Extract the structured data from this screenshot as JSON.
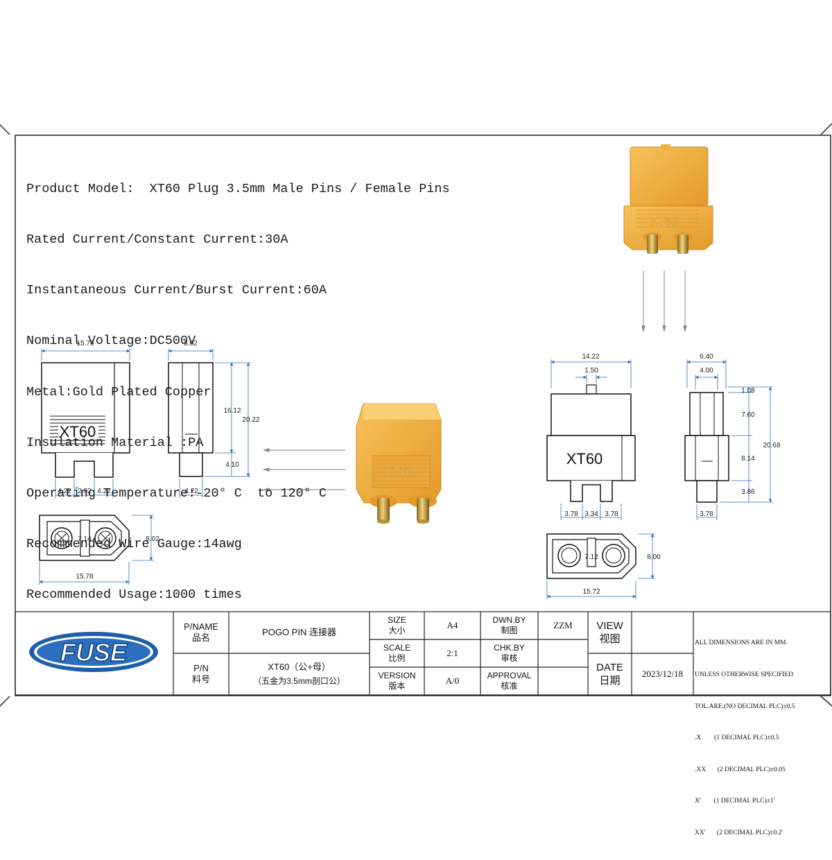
{
  "specs": [
    "Product Model:  XT60 Plug 3.5mm Male Pins / Female Pins",
    "Rated Current/Constant Current:30A",
    "Instantaneous Current/Burst Current:60A",
    "Nominal Voltage:DC500V",
    "Metal:Gold Plated Copper",
    "Insulation Material :PA",
    "Operating Temperature:-20° C  to 120° C",
    "Recommended Wire Gauge:14awg",
    "Recommended Usage:1000 times"
  ],
  "male_drawing": {
    "body_label": "XT60",
    "front": {
      "width": "15.78",
      "pin_left": "4.22",
      "pin_gap": "2.92",
      "pin_right": "4.22"
    },
    "side": {
      "width": "8.02",
      "body_height": "16.12",
      "total_height": "20.22",
      "pin_length": "4.10",
      "pin_width": "4.22"
    },
    "bottom": {
      "width": "15.78",
      "height": "8.02",
      "pitch": "7.14"
    }
  },
  "female_drawing": {
    "body_label": "XT60",
    "front": {
      "width": "14.22",
      "key_width": "1.50",
      "pin_left": "3.78",
      "pin_gap": "3.34",
      "pin_right": "3.78"
    },
    "side": {
      "width": "6.40",
      "top_width": "4.00",
      "d1": "1.08",
      "d2": "7.60",
      "d3": "8.14",
      "d4": "3.86",
      "total": "20.68",
      "pin_width": "3.78"
    },
    "bottom": {
      "width": "15.72",
      "height": "8.00",
      "pitch": "7.12"
    }
  },
  "photo_label": "XT60",
  "title_block": {
    "logo": "FUSE",
    "pname_label_en": "P/NAME",
    "pname_label_cn": "品名",
    "pname_value": "POGO PIN 连接器",
    "pn_label_en": "P/N",
    "pn_label_cn": "料号",
    "pn_value_1": "XT60（公+母）",
    "pn_value_2": "（五金为3.5mm剖口公）",
    "size_label_en": "SIZE",
    "size_label_cn": "大小",
    "size_value": "A4",
    "scale_label_en": "SCALE",
    "scale_label_cn": "比例",
    "scale_value": "2:1",
    "version_label_en": "VERSION",
    "version_label_cn": "版本",
    "version_value": "A/0",
    "dwn_label_en": "DWN.BY",
    "dwn_label_cn": "制图",
    "dwn_value": "ZZM",
    "chk_label_en": "CHK.BY",
    "chk_label_cn": "审核",
    "chk_value": "",
    "appr_label_en": "APPROVAL",
    "appr_label_cn": "核准",
    "appr_value": "",
    "view_label_en": "VIEW",
    "view_label_cn": "视图",
    "view_value": "",
    "date_label_en": "DATE",
    "date_label_cn": "日期",
    "date_value": "2023/12/18",
    "tolerance": [
      "ALL DIMENSIONS ARE IN MM.",
      "UNLESS OTHERWISE SPECIFIED",
      "TOL.ARE:(NO DECIMAL PLC)±0.5",
      ".X        (1 DECIMAL PLC)±0.5",
      ".XX       (2 DECIMAL PLC)±0.05",
      "X'        (1 DECIMAL PLC)±1'",
      "XX'       (2 DECIMAL PLC)±0.2'"
    ]
  },
  "colors": {
    "connector": "#F2B23E",
    "connector_dark": "#D9922A",
    "gold": "#C9A13A",
    "dimension": "#2E6FB8",
    "logo_blue": "#1E5FA8"
  }
}
